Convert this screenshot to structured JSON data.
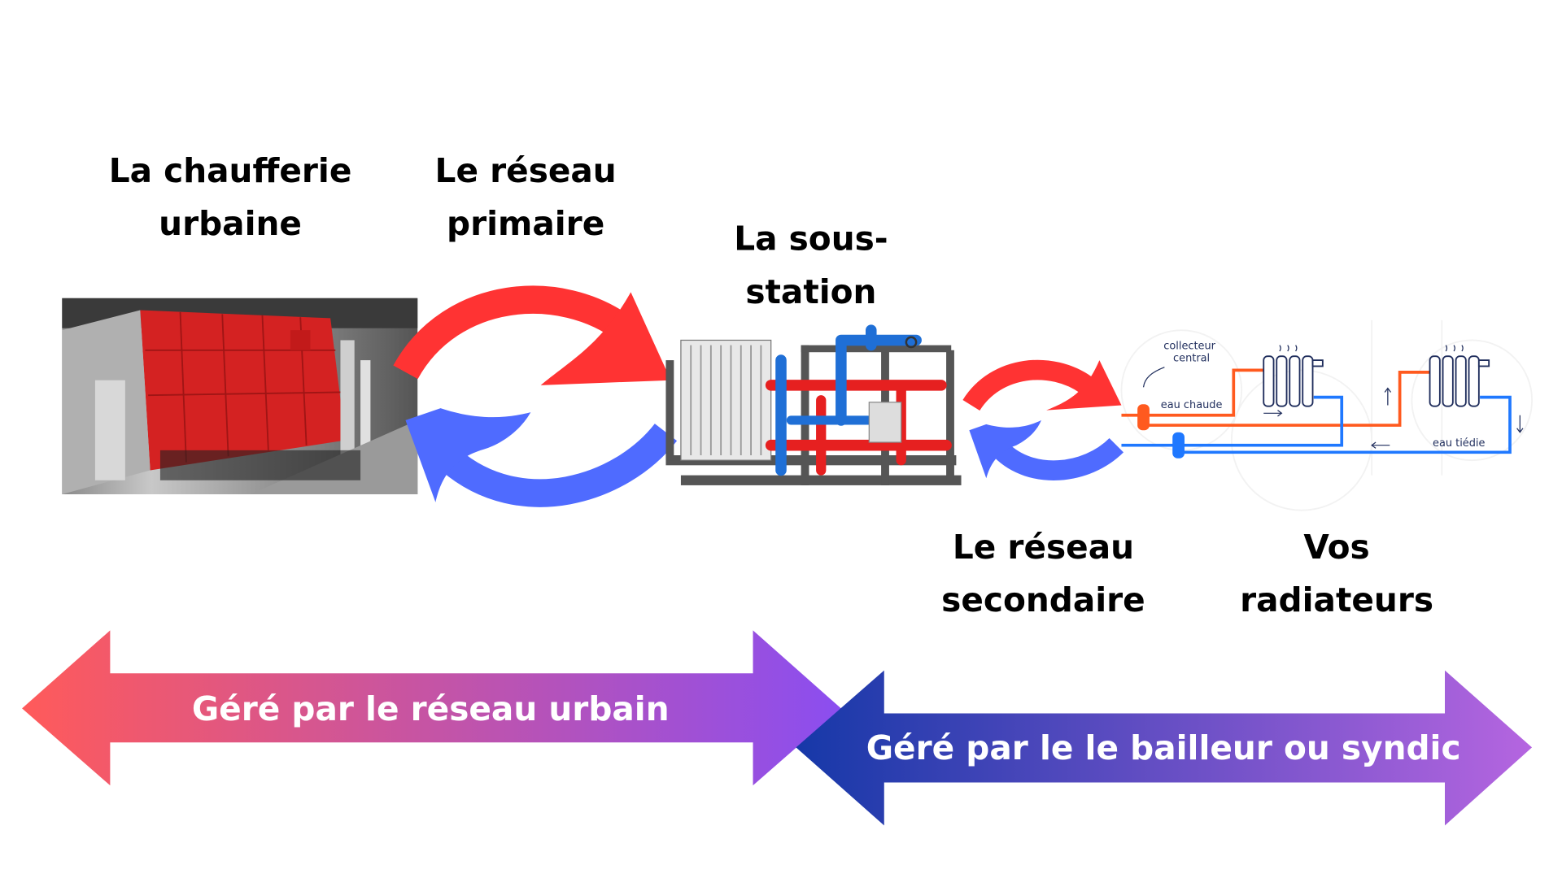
{
  "headings": {
    "chaufferie": [
      "La chaufferie",
      "urbaine"
    ],
    "primaire": [
      "Le réseau",
      "primaire"
    ],
    "sous_station": [
      "La sous-",
      "station"
    ],
    "secondaire": [
      "Le réseau",
      "secondaire"
    ],
    "radiateurs": [
      "Vos",
      "radiateurs"
    ]
  },
  "radiator_diagram": {
    "collecteur": [
      "collecteur",
      "central"
    ],
    "eau_chaude": "eau chaude",
    "eau_tiedie": "eau tiédie"
  },
  "bands": {
    "reseau_urbain": "Géré par le réseau urbain",
    "bailleur": "Géré par le le bailleur ou syndic"
  },
  "colors": {
    "hot": "#ff3333",
    "cold": "#4f6bff",
    "band_left_start": "#ff5a5a",
    "band_left_end": "#8b4ef0",
    "band_right_start": "#1638a8",
    "band_right_end": "#b565e0"
  }
}
